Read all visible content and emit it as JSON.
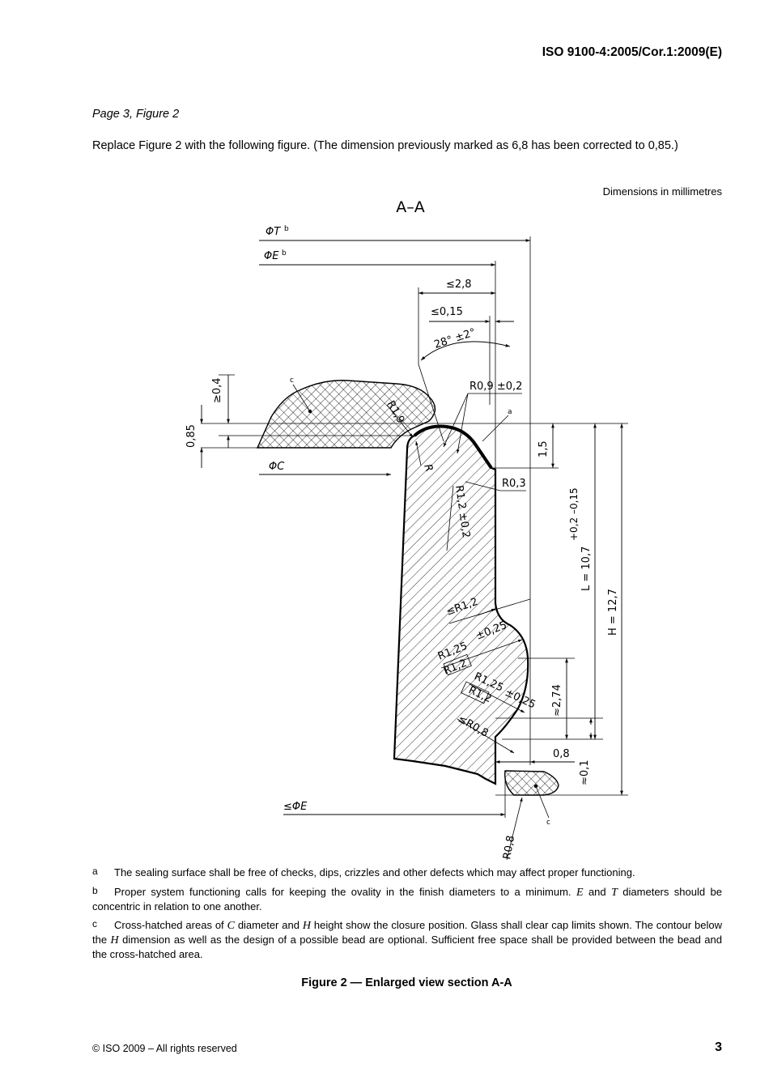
{
  "header": {
    "standard_id": "ISO 9100-4:2005/Cor.1:2009(E)"
  },
  "intro": {
    "location": "Page 3, Figure 2",
    "instruction": "Replace Figure 2 with the following figure. (The dimension previously marked as 6,8 has been corrected to 0,85.)"
  },
  "figure": {
    "units_note": "Dimensions in millimetres",
    "section_label": "A–A",
    "dimensions": {
      "phi_t": "ΦT",
      "phi_e": "ΦE",
      "phi_c": "ΦC",
      "le_phi_e": "≤ΦE",
      "le_2_8": "≤2,8",
      "le_0_15": "≤0,15",
      "angle_28": "28°  ±2°",
      "r0_9": "R0,9  ±0,2",
      "ge_0_4": "≥0,4",
      "dim_0_85": "0,85",
      "r1_9": "R1,9",
      "r": "R",
      "r1_2_tol": "R1,2 ±0,2",
      "dim_1_5": "1,5",
      "r0_3": "R0,3",
      "l_value": "L = 10,7",
      "l_tol": "+0,2  –0,15",
      "h_value": "H = 12,7",
      "le_r1_2": "≤R1,2",
      "r1_25_a": "R1,25",
      "tol_0_25_a": "±0,25",
      "r1_2_box_a": "R1,2",
      "r1_25_b": "R1,25",
      "r1_2_box_b": "R1,2",
      "tol_0_25_b": "±0,25",
      "le_r0_8": "≤R0,8",
      "approx_2_74": "≈2,74",
      "dim_0_8": "0,8",
      "approx_0_1": "≈0,1",
      "r0_8": "R0,8"
    },
    "markers": {
      "a": "a",
      "b": "b",
      "c": "c"
    }
  },
  "footnotes": {
    "a": {
      "marker": "a",
      "text": "The sealing surface shall be free of checks, dips, crizzles and other defects which may affect proper functioning."
    },
    "b": {
      "marker": "b",
      "t1": "Proper system functioning calls for keeping the ovality in the finish diameters to a minimum.",
      "v1": "E",
      "t2": "and",
      "v2": "T",
      "t3": "diameters should be concentric in relation to one another."
    },
    "c": {
      "marker": "c",
      "t1": "Cross-hatched areas of",
      "v1": "C",
      "t2": "diameter and",
      "v2": "H",
      "t3": "height show the closure position. Glass shall clear cap limits shown. The contour below the",
      "v3": "H",
      "t4": "dimension as well as the design of a possible bead are optional. Sufficient free space shall be provided between the bead and the cross-hatched area."
    }
  },
  "caption": "Figure 2 — Enlarged view section A-A",
  "footer": {
    "copyright": "©   ISO 2009 – All rights reserved",
    "page_number": "3"
  }
}
